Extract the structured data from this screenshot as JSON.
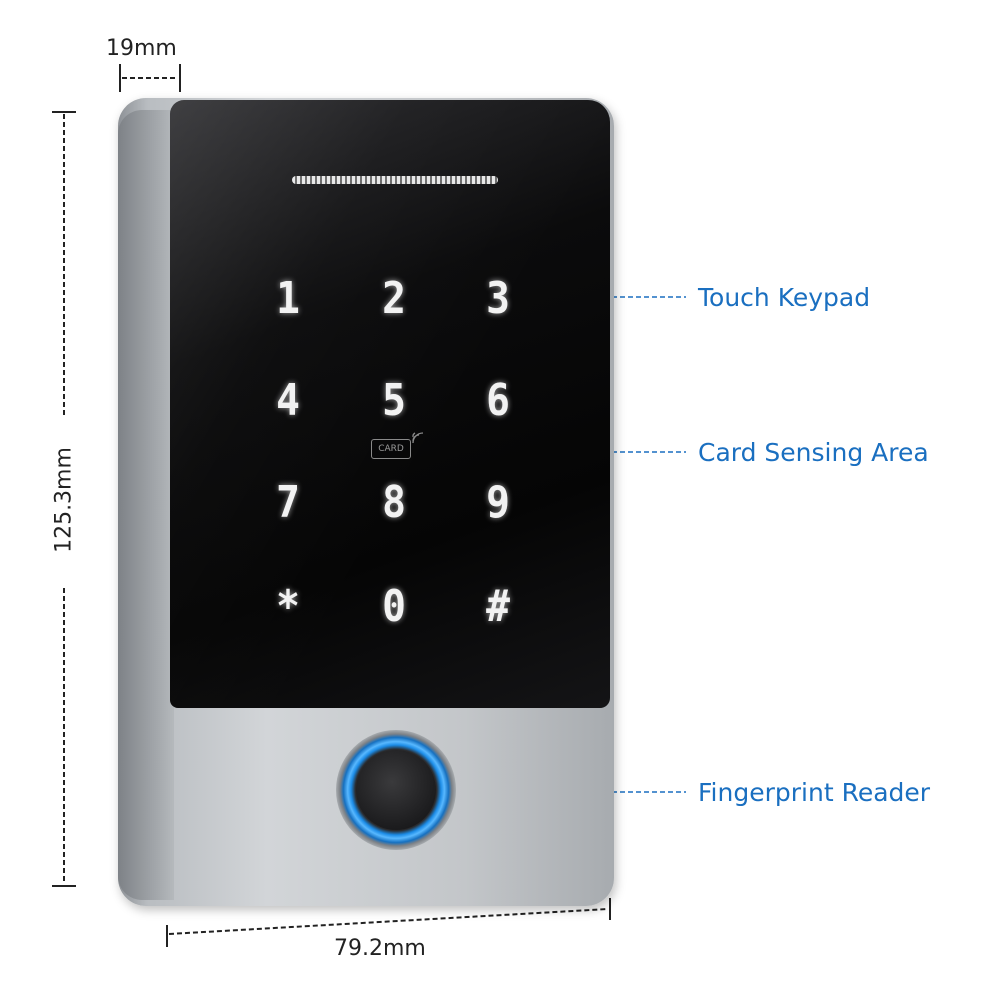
{
  "dimensions": {
    "depth": "19mm",
    "height": "125.3mm",
    "width": "79.2mm"
  },
  "callouts": {
    "keypad": "Touch Keypad",
    "card_area": "Card Sensing Area",
    "fingerprint": "Fingerprint Reader"
  },
  "keypad": {
    "keys": [
      "1",
      "2",
      "3",
      "4",
      "5",
      "6",
      "7",
      "8",
      "9",
      "*",
      "0",
      "#"
    ]
  },
  "card_logo": "CARD",
  "colors": {
    "callout_blue": "#1a6fc0",
    "fingerprint_ring": "#1b8be6"
  }
}
